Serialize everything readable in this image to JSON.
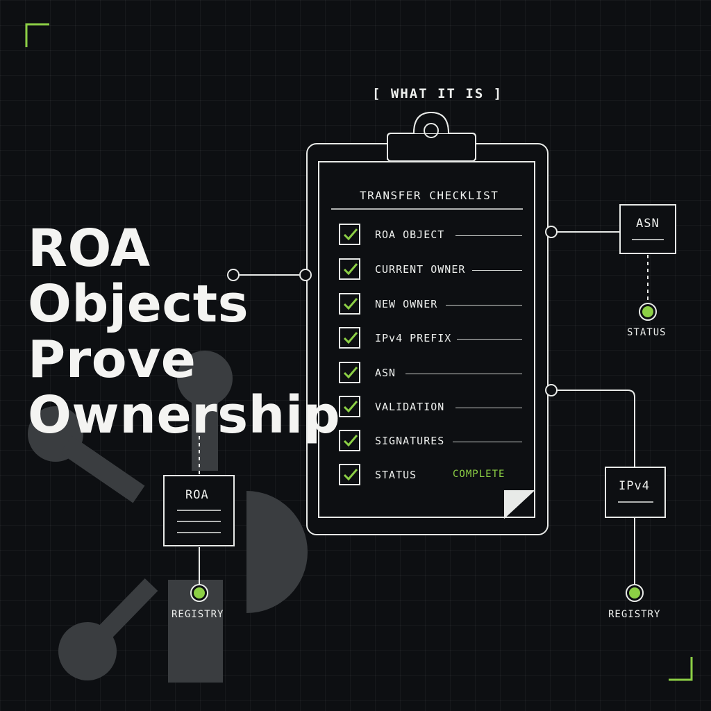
{
  "section_tag": "[ WHAT IT IS ]",
  "headline": [
    "ROA",
    "Objects",
    "Prove",
    "Ownership"
  ],
  "checklist": {
    "title": "TRANSFER CHECKLIST",
    "items": [
      {
        "label": "ROA OBJECT",
        "checked": true
      },
      {
        "label": "CURRENT OWNER",
        "checked": true
      },
      {
        "label": "NEW OWNER",
        "checked": true
      },
      {
        "label": "IPv4 PREFIX",
        "checked": true
      },
      {
        "label": "ASN",
        "checked": true
      },
      {
        "label": "VALIDATION",
        "checked": true
      },
      {
        "label": "SIGNATURES",
        "checked": true
      },
      {
        "label": "STATUS",
        "checked": true,
        "value": "COMPLETE"
      }
    ]
  },
  "nodes": {
    "asn": {
      "title": "ASN",
      "status_label": "STATUS"
    },
    "ipv4": {
      "title": "IPv4",
      "status_label": "REGISTRY"
    },
    "roa": {
      "title": "ROA",
      "status_label": "REGISTRY"
    }
  },
  "colors": {
    "background": "#0d0f12",
    "accent_green": "#8ccf45",
    "line": "#e8eae8",
    "watermark": "#3a3d40"
  },
  "icons": {
    "corner": "corner-bracket-icon",
    "check": "checkmark-icon",
    "status_dot": "status-dot-icon"
  }
}
